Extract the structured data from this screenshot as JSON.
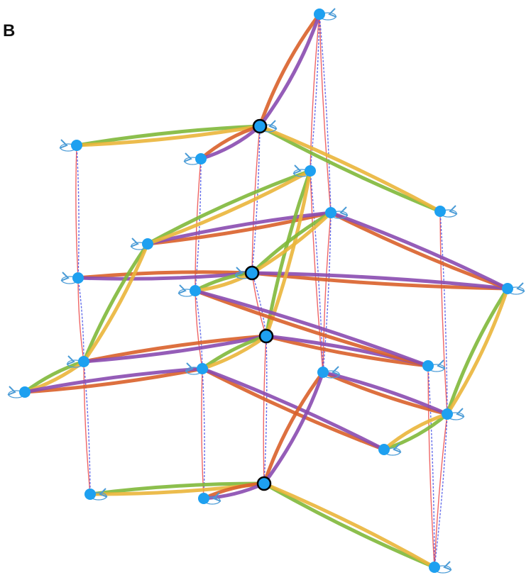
{
  "panel": {
    "label": "B"
  },
  "colors": {
    "green": "#7fb83a",
    "yellow": "#eab53a",
    "purple": "#8a4bb0",
    "orange": "#d9602a",
    "red": "#ec4b4b",
    "blue": "#4b56e6",
    "node": "#1ea0f0",
    "loop": "#4a9bd6",
    "outline": "#000000"
  },
  "graph": {
    "highlighted_nodes": [
      "h1",
      "h2",
      "h3",
      "h4"
    ],
    "edge_bundles": [
      {
        "from": "top",
        "to": "h1",
        "pair": [
          "orange",
          "purple"
        ]
      },
      {
        "from": "h1",
        "to": "ul",
        "pair": [
          "green",
          "yellow"
        ]
      },
      {
        "from": "h1",
        "to": "ur",
        "pair": [
          "green",
          "yellow"
        ]
      },
      {
        "from": "h1",
        "to": "u2",
        "pair": [
          "orange",
          "purple"
        ]
      },
      {
        "from": "m2",
        "to": "r1",
        "pair": [
          "orange",
          "purple"
        ]
      },
      {
        "from": "h2",
        "to": "ml",
        "pair": [
          "orange",
          "purple"
        ]
      },
      {
        "from": "h2",
        "to": "m2",
        "pair": [
          "green",
          "yellow"
        ]
      },
      {
        "from": "h2",
        "to": "r2",
        "pair": [
          "orange",
          "purple"
        ]
      },
      {
        "from": "h3",
        "to": "ll",
        "pair": [
          "orange",
          "purple"
        ]
      },
      {
        "from": "h3",
        "to": "l2",
        "pair": [
          "green",
          "yellow"
        ]
      },
      {
        "from": "h3",
        "to": "rr",
        "pair": [
          "orange",
          "purple"
        ]
      },
      {
        "from": "h4",
        "to": "bl",
        "pair": [
          "green",
          "yellow"
        ]
      },
      {
        "from": "h4",
        "to": "br",
        "pair": [
          "green",
          "yellow"
        ]
      },
      {
        "from": "h4",
        "to": "b2",
        "pair": [
          "orange",
          "purple"
        ]
      }
    ]
  }
}
